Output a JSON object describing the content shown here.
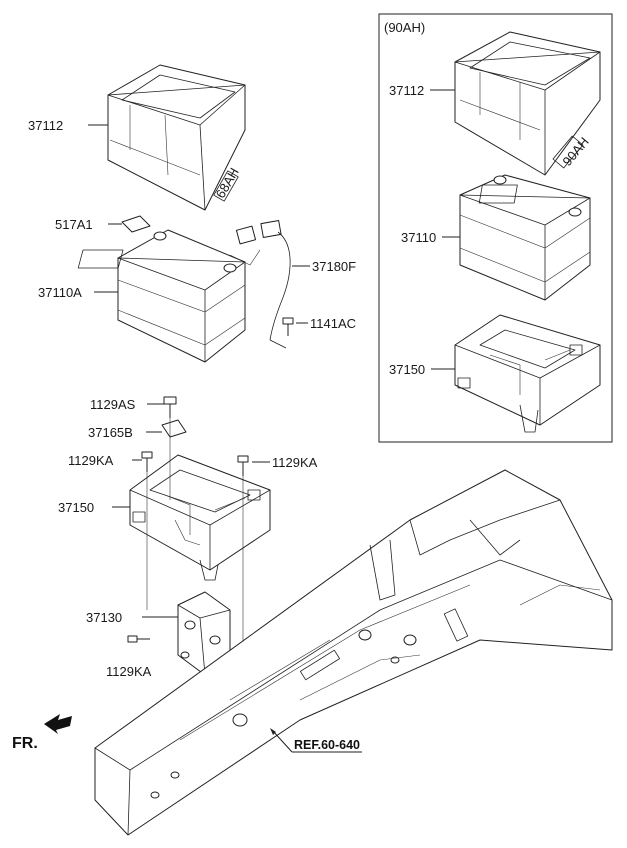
{
  "inset": {
    "title": "(90AH)"
  },
  "labels": {
    "l37112_main": "37112",
    "l517A1": "517A1",
    "l37110A": "37110A",
    "l37180F": "37180F",
    "l1141AC": "1141AC",
    "l1129AS": "1129AS",
    "l37165B": "37165B",
    "l1129KA_left": "1129KA",
    "l1129KA_right": "1129KA",
    "l37150_main": "37150",
    "l37130": "37130",
    "l1129KA_bottom": "1129KA",
    "l37112_inset": "37112",
    "l37110_inset": "37110",
    "l37150_inset": "37150"
  },
  "ref": "REF.60-640",
  "fr": "FR.",
  "box_markings": {
    "main": "68AH",
    "inset": "90AH"
  }
}
